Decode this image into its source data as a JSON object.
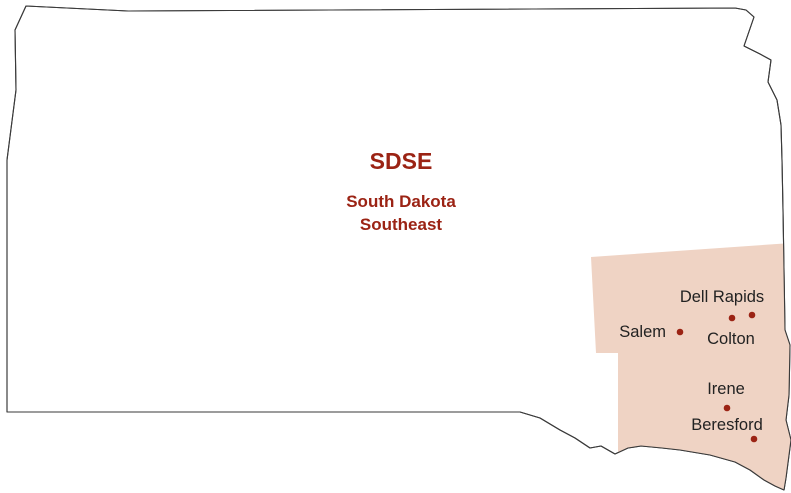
{
  "map": {
    "region_code": "SDSE",
    "region_name_lines": [
      "South Dakota",
      "Southeast"
    ],
    "colors": {
      "accent": "#9b2314",
      "region_fill": "#efd3c4",
      "outline": "#3a3a3a",
      "background": "#ffffff"
    },
    "cities": [
      {
        "name": "Dell Rapids"
      },
      {
        "name": "Salem"
      },
      {
        "name": "Colton"
      },
      {
        "name": "Irene"
      },
      {
        "name": "Beresford"
      }
    ]
  }
}
